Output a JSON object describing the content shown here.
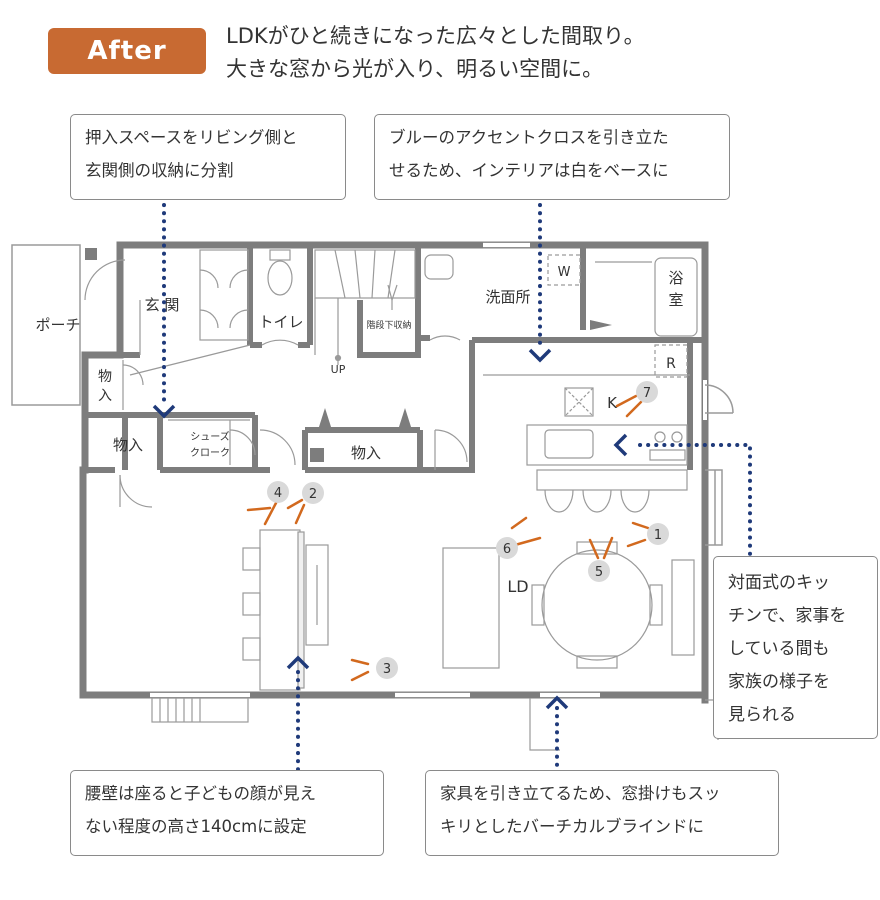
{
  "header": {
    "badge": "After",
    "headline": [
      "LDKがひと続きになった広々とした間取り。",
      "大きな窓から光が入り、明るい空間に。"
    ]
  },
  "notes": {
    "storage": [
      "押入スペースをリビング側と",
      "玄関側の収納に分割"
    ],
    "cross": [
      "ブルーのアクセントクロスを引き立た",
      "せるため、インテリアは白をベースに"
    ],
    "kitchen": [
      "対面式のキッ",
      "チンで、家事を",
      "している間も",
      "家族の様子を",
      "見られる"
    ],
    "wall": [
      "腰壁は座ると子どもの顔が見え",
      "ない程度の高さ140cmに設定"
    ],
    "blind": [
      "家具を引き立てるため、窓掛けもスッ",
      "キリとしたバーチカルブラインドに"
    ]
  },
  "rooms": {
    "porch": "ポーチ",
    "entrance": "玄 関",
    "toilet": "トイレ",
    "stair_storage": "階段下収納",
    "up": "UP",
    "washroom": "洗面所",
    "washer": "W",
    "bath_1": "浴",
    "bath_2": "室",
    "fridge": "R",
    "kitchen": "K",
    "storage_small_1": "物",
    "storage_small_2": "入",
    "storage_1": "物入",
    "shoes_1": "シューズ",
    "shoes_2": "クローク",
    "storage_2": "物入",
    "ld": "LD"
  },
  "photo_points": [
    "1",
    "2",
    "3",
    "4",
    "5",
    "6",
    "7"
  ],
  "colors": {
    "badge": "#c86a32",
    "wall": "#7d7d7d",
    "arrow": "#1f3a7a",
    "photo_ray": "#d2691e",
    "marker": "#d9d9d9"
  }
}
